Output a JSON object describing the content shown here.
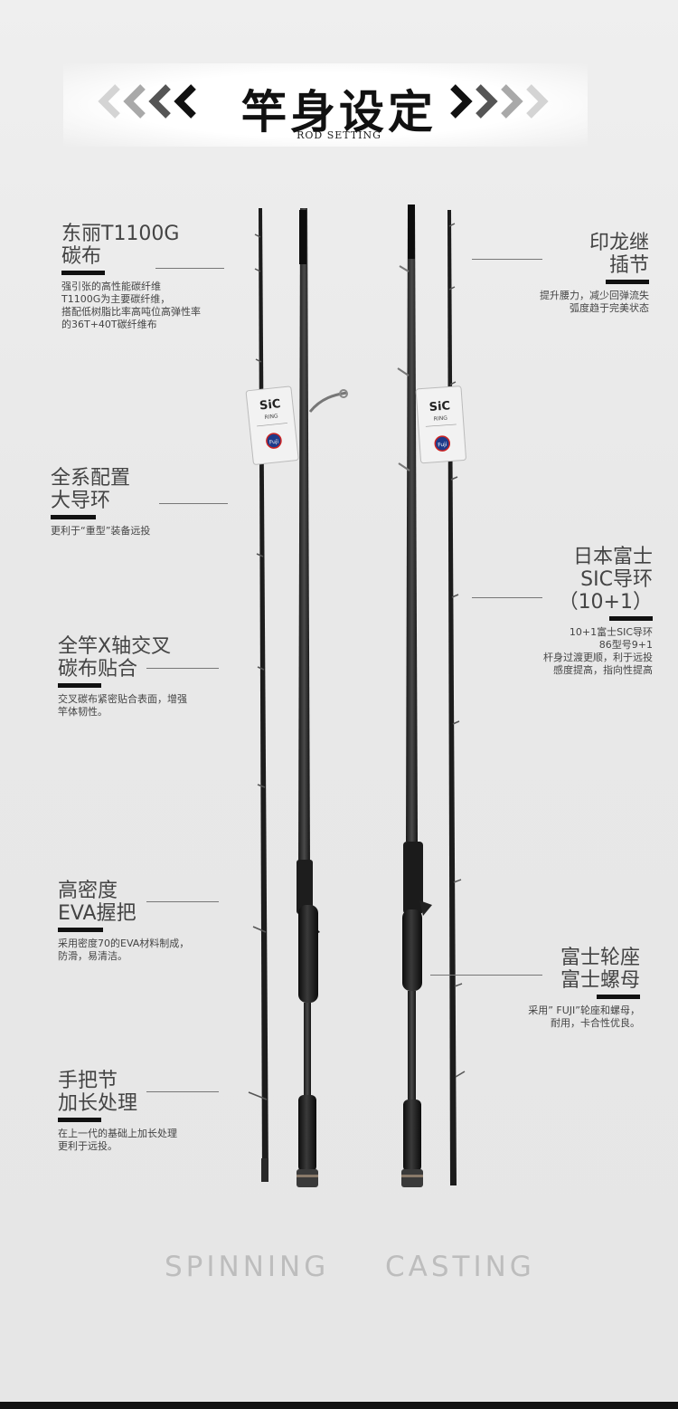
{
  "header": {
    "title": "竿身设定",
    "subtitle": "ROD SETTING"
  },
  "tags": {
    "left": {
      "brand": "SiC",
      "line1": "RING",
      "line2": "Fuji"
    },
    "right": {
      "brand": "SiC",
      "line1": "RING",
      "line2": "Fuji"
    }
  },
  "features_left": [
    {
      "title1": "东丽T1100G",
      "title2": "碳布",
      "desc": [
        "强引张的高性能碳纤维",
        "T1100G为主要碳纤维，",
        "搭配低树脂比率高吨位高弹性率",
        "的36T+40T碳纤维布"
      ]
    },
    {
      "title1": "全系配置",
      "title2": "大导环",
      "desc": [
        "更利于“重型”装备远投"
      ]
    },
    {
      "title1": "全竿X轴交叉",
      "title2": "碳布贴合",
      "desc": [
        "交叉碳布紧密贴合表面，增强",
        "竿体韧性。"
      ]
    },
    {
      "title1": "高密度",
      "title2": "EVA握把",
      "desc": [
        "采用密度70的EVA材料制成，",
        "防滑，易清洁。"
      ]
    },
    {
      "title1": "手把节",
      "title2": "加长处理",
      "desc": [
        "在上一代的基础上加长处理",
        "更利于远投。"
      ]
    }
  ],
  "features_right": [
    {
      "title1": "印龙继",
      "title2": "插节",
      "desc": [
        "提升腰力，减少回弹流失",
        "弧度趋于完美状态"
      ]
    },
    {
      "title1": "日本富士",
      "title2": "SIC导环",
      "title3": "（10+1）",
      "desc": [
        "10+1富士SIC导环",
        "86型号9+1",
        "杆身过渡更顺，利于远投",
        "感度提高，指向性提高"
      ]
    },
    {
      "title1": "富士轮座",
      "title2": "富士螺母",
      "desc": [
        "采用” FUJI”轮座和螺母，",
        "耐用，卡合性优良。"
      ]
    }
  ],
  "labels": {
    "spinning": "SPINNING",
    "casting": "CASTING"
  },
  "colors": {
    "background": "#e8e8e8",
    "accent": "#111111",
    "label_gray": "#bdbdbd"
  }
}
